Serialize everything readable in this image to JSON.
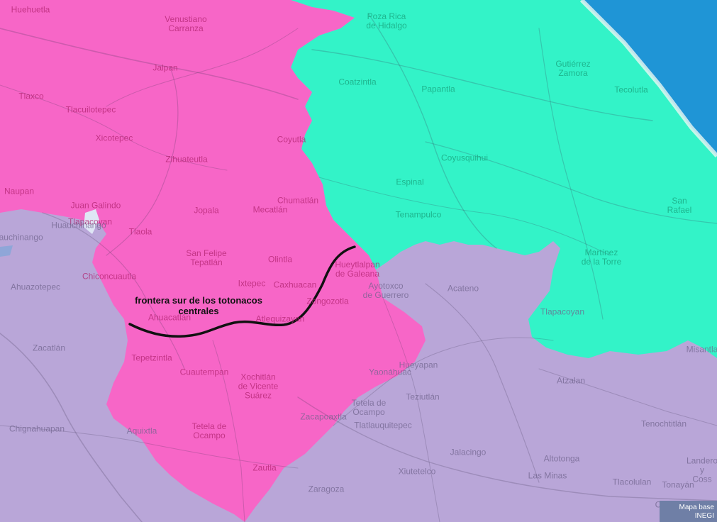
{
  "colors": {
    "region_north": "#f766c7",
    "region_east": "#33f3c8",
    "region_south": "#b9a6d8",
    "sea": "#1f95d6",
    "boundary_line": "#111111"
  },
  "annotation": {
    "boundary_label": "frontera sur de los totonacos\ncentrales"
  },
  "attribution": "Mapa base\nINEGI",
  "places": [
    {
      "name": "Huehuetla",
      "zone": "pink"
    },
    {
      "name": "Venustiano\nCarranza",
      "zone": "pink"
    },
    {
      "name": "Jalpan",
      "zone": "pink"
    },
    {
      "name": "Tlaxco",
      "zone": "pink"
    },
    {
      "name": "Tlacuilotepec",
      "zone": "pink"
    },
    {
      "name": "Xicotepec",
      "zone": "pink"
    },
    {
      "name": "Zihuateutla",
      "zone": "pink"
    },
    {
      "name": "Coyutla",
      "zone": "pink"
    },
    {
      "name": "Naupan",
      "zone": "pink"
    },
    {
      "name": "Juan Galindo",
      "zone": "pink"
    },
    {
      "name": "Jopala",
      "zone": "pink"
    },
    {
      "name": "Mecatlán",
      "zone": "pink"
    },
    {
      "name": "Chumatlán",
      "zone": "pink"
    },
    {
      "name": "Tlapacoyan",
      "zone": "pink"
    },
    {
      "name": "Huauchinango",
      "zone": "purple"
    },
    {
      "name": "Tlaola",
      "zone": "pink"
    },
    {
      "name": "San Felipe\nTepatlán",
      "zone": "pink"
    },
    {
      "name": "Olintla",
      "zone": "pink"
    },
    {
      "name": "Chiconcuautla",
      "zone": "pink"
    },
    {
      "name": "Ahuacatlán",
      "zone": "pink"
    },
    {
      "name": "Caxhuacan",
      "zone": "pink"
    },
    {
      "name": "Ixtepec",
      "zone": "pink"
    },
    {
      "name": "Hueytlalpan\nde Galeana",
      "zone": "pink"
    },
    {
      "name": "Atlequizayan",
      "zone": "pink"
    },
    {
      "name": "Zongozotla",
      "zone": "pink"
    },
    {
      "name": "Tepetzintla",
      "zone": "pink"
    },
    {
      "name": "Cuautempan",
      "zone": "pink"
    },
    {
      "name": "Xochitlán\nde Vicente\nSuárez",
      "zone": "pink"
    },
    {
      "name": "Tetela de\nOcampo",
      "zone": "pink"
    },
    {
      "name": "Zautla",
      "zone": "pink"
    },
    {
      "name": "Zacatlán",
      "zone": "purple"
    },
    {
      "name": "Ahuazotepec",
      "zone": "purple"
    },
    {
      "name": "Huauchinango",
      "zone": "purple"
    },
    {
      "name": "Chignahuapan",
      "zone": "purple"
    },
    {
      "name": "Aquixtla",
      "zone": "purple"
    },
    {
      "name": "Zaragoza",
      "zone": "purple"
    },
    {
      "name": "Zacapoaxtla",
      "zone": "purple"
    },
    {
      "name": "Tetela de\nOcampo",
      "zone": "purple"
    },
    {
      "name": "Yaonáhuac",
      "zone": "purple"
    },
    {
      "name": "Hueyapan",
      "zone": "purple"
    },
    {
      "name": "Teziutlán",
      "zone": "purple"
    },
    {
      "name": "Tlatlauquitepec",
      "zone": "purple"
    },
    {
      "name": "Ayotoxco\nde Guerrero",
      "zone": "purple"
    },
    {
      "name": "Acateno",
      "zone": "purple"
    },
    {
      "name": "Tlapacoyan",
      "zone": "purple"
    },
    {
      "name": "Atzalan",
      "zone": "purple"
    },
    {
      "name": "Tenochtitlán",
      "zone": "purple"
    },
    {
      "name": "Altotonga",
      "zone": "purple"
    },
    {
      "name": "Jalacingo",
      "zone": "purple"
    },
    {
      "name": "Xiutetelco",
      "zone": "purple"
    },
    {
      "name": "Las Minas",
      "zone": "purple"
    },
    {
      "name": "Tlacolulan",
      "zone": "purple"
    },
    {
      "name": "Landero y\nCoss",
      "zone": "purple"
    },
    {
      "name": "Tonayán",
      "zone": "purple"
    },
    {
      "name": "Coacoatzintla",
      "zone": "purple"
    },
    {
      "name": "Misantla",
      "zone": "purple"
    },
    {
      "name": "Poza Rica\nde Hidalgo",
      "zone": "green"
    },
    {
      "name": "Coatzintla",
      "zone": "green"
    },
    {
      "name": "Papantla",
      "zone": "green"
    },
    {
      "name": "Gutiérrez\nZamora",
      "zone": "green"
    },
    {
      "name": "Tecolutla",
      "zone": "green"
    },
    {
      "name": "Coyusquihui",
      "zone": "green"
    },
    {
      "name": "Espinal",
      "zone": "green"
    },
    {
      "name": "Tenampulco",
      "zone": "green"
    },
    {
      "name": "San Rafael",
      "zone": "green"
    },
    {
      "name": "Martínez\nde la Torre",
      "zone": "green"
    }
  ]
}
